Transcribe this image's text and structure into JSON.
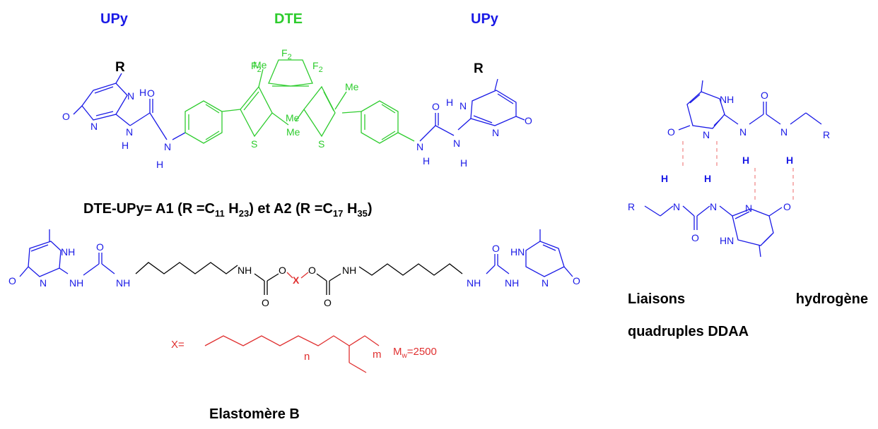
{
  "headers": {
    "upy_left": "UPy",
    "dte": "DTE",
    "upy_right": "UPy"
  },
  "labels": {
    "R": "R",
    "O": "O",
    "N": "N",
    "H": "H",
    "NH": "NH",
    "HN": "HN",
    "S": "S",
    "Me": "Me",
    "F": "F",
    "sub2": "2",
    "X": "X",
    "n": "n",
    "m": "m"
  },
  "caption_top": {
    "prefix": "DTE-UPy= A1 (R =C",
    "s1": "11",
    "m1": " H",
    "s2": "23",
    "m2": ") et A2 (R =C",
    "s3": "17",
    "m3": " H",
    "s4": "35",
    "suffix": ")"
  },
  "x_def": {
    "label": "X=",
    "mw_prefix": "M",
    "mw_sub": "w",
    "mw_suffix": "=2500"
  },
  "elastomer_caption": "Elastomère B",
  "right_caption": {
    "word1": "Liaisons",
    "word2": "hydrogène",
    "line2": "quadruples DDAA"
  },
  "colors": {
    "upy_blue": "#1a1ae6",
    "dte_green": "#2ecc2e",
    "spacer_red": "#e03030",
    "hbond_pink": "#f08c8c",
    "text_black": "#000000"
  }
}
